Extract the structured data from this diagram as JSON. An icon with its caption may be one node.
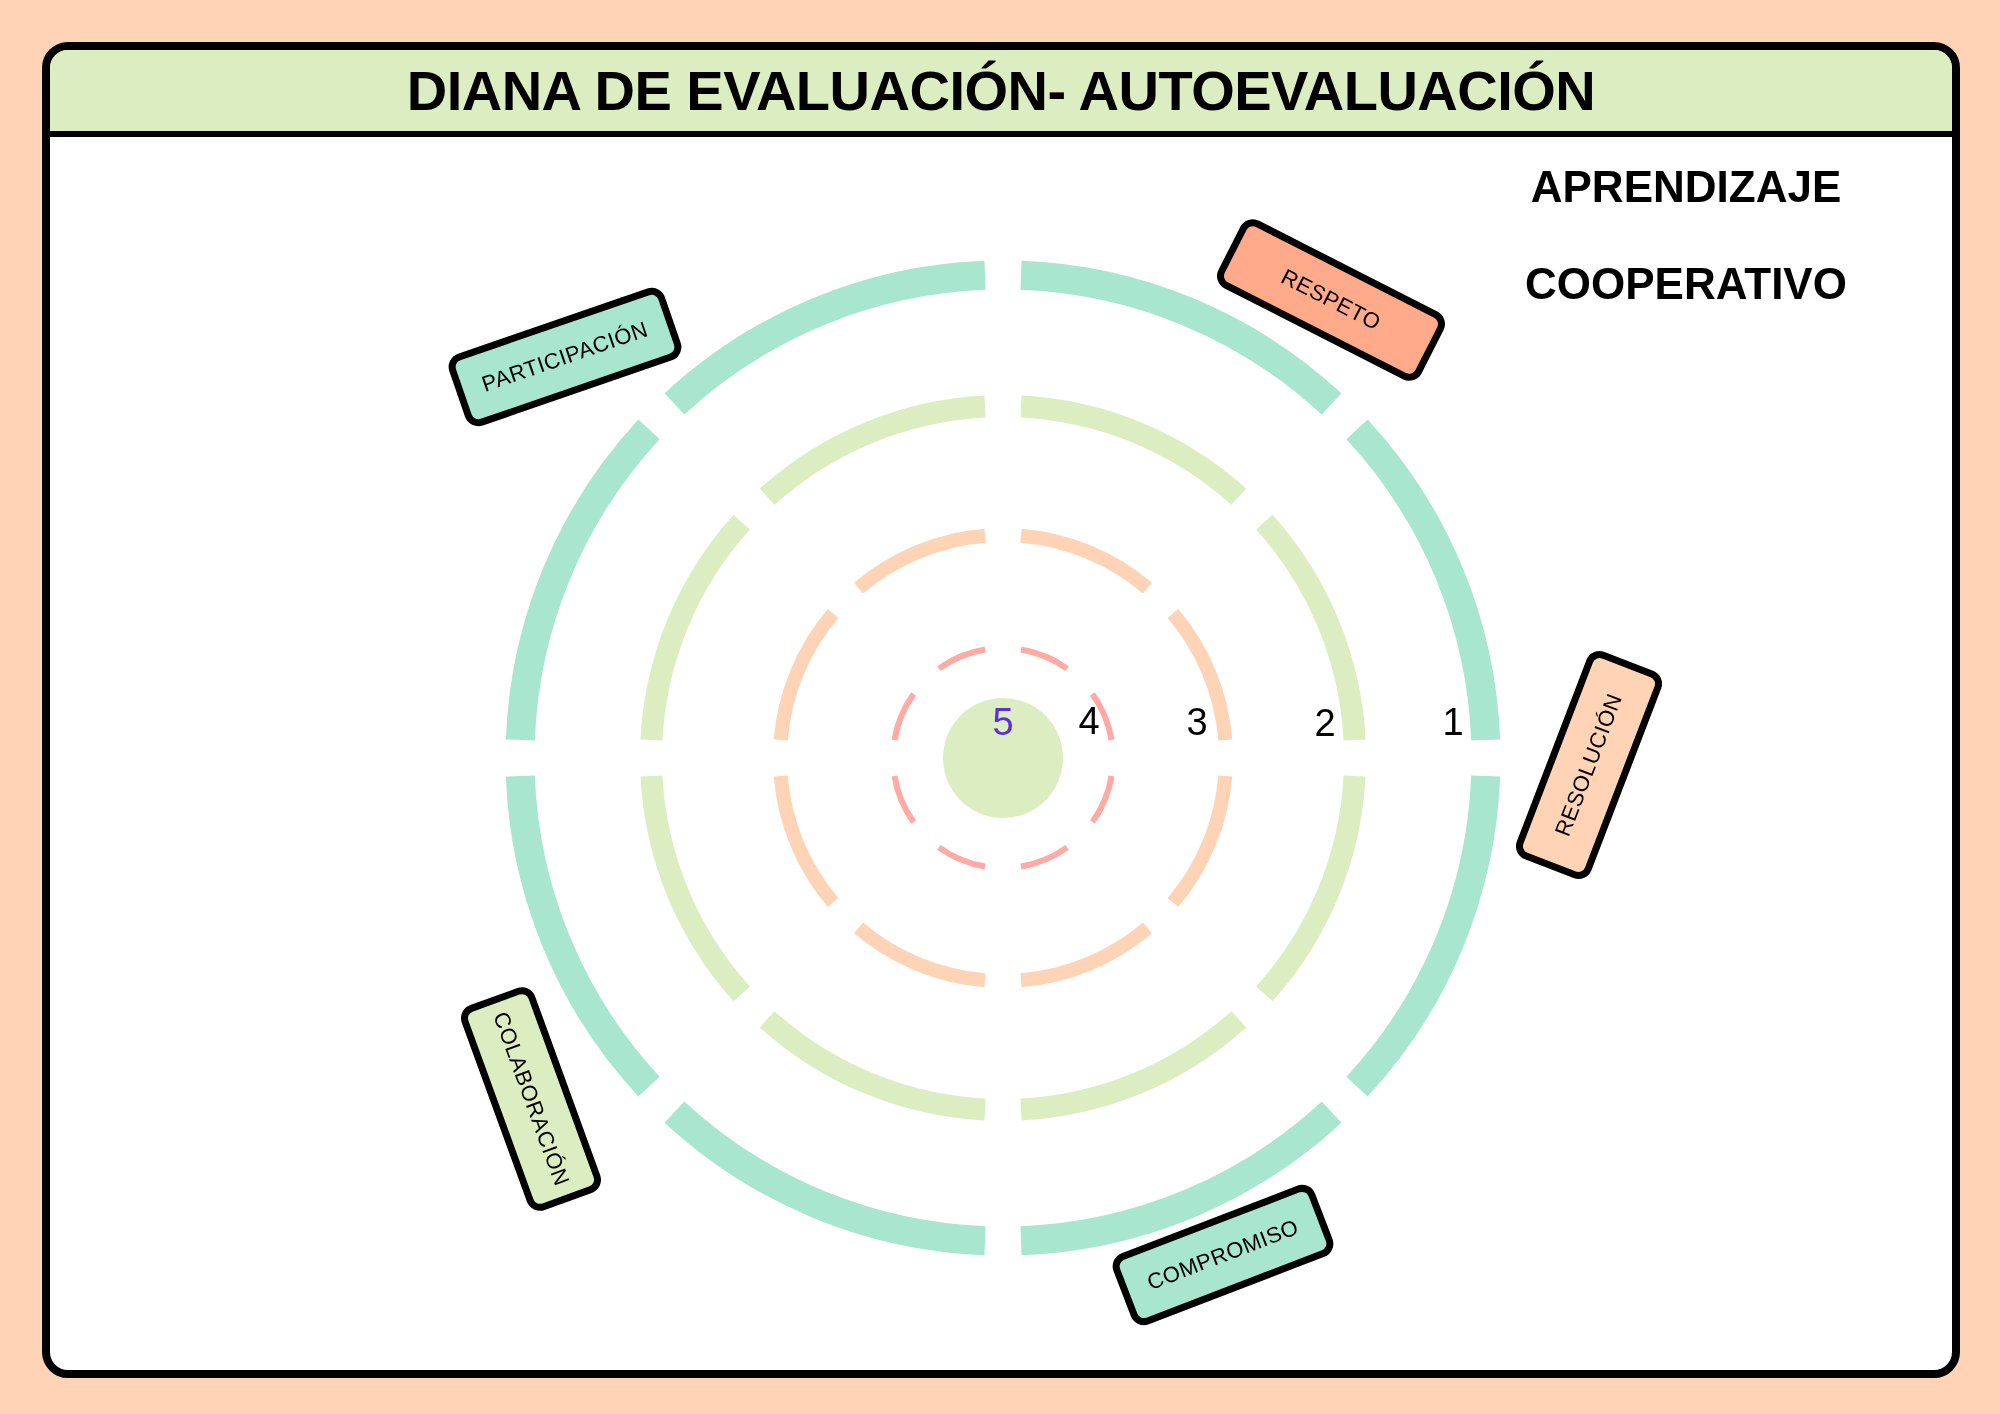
{
  "diagram": {
    "title": "DIANA DE EVALUACIÓN- AUTOEVALUACIÓN",
    "nodes": [
      {
        "text": [
          "PARTICIPACIÓN"
        ]
      },
      {
        "text": [
          "RESPETO"
        ]
      },
      {
        "text": [
          "RESOLUCIÓN"
        ]
      },
      {
        "text": [
          "COLABORACIÓN"
        ]
      },
      {
        "text": [
          "COMPROMISO"
        ]
      }
    ],
    "labels": [
      "APRENDIZAJE COOPERATIVO",
      "5",
      "4",
      "3",
      "2",
      "1"
    ]
  }
}
